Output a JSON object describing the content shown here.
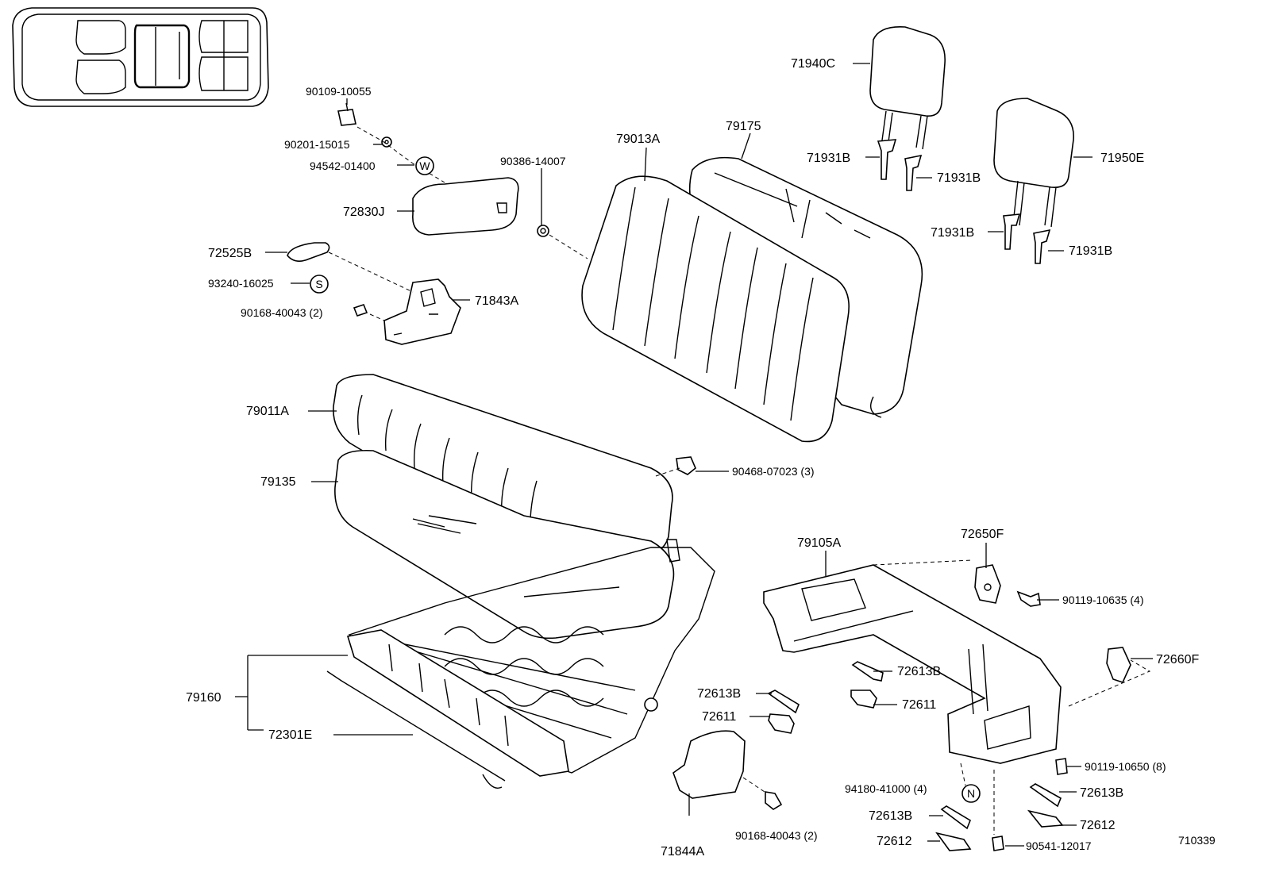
{
  "diagram": {
    "figure_id": "710339",
    "parts": {
      "p90109": "90109-10055",
      "p90201": "90201-15015",
      "p94542": "94542-01400",
      "p90386": "90386-14007",
      "p72830": "72830J",
      "p72525": "72525B",
      "p93240": "93240-16025",
      "p90168a": "90168-40043 (2)",
      "p71843": "71843A",
      "p79013": "79013A",
      "p79175": "79175",
      "p71940": "71940C",
      "p71931a": "71931B",
      "p71931b": "71931B",
      "p71931c": "71931B",
      "p71931d": "71931B",
      "p71950": "71950E",
      "p79011": "79011A",
      "p79135": "79135",
      "p90468": "90468-07023 (3)",
      "p79105": "79105A",
      "p72650": "72650F",
      "p90119a": "90119-10635 (4)",
      "p72660": "72660F",
      "p72613a": "72613B",
      "p72611a": "72611",
      "p72613b": "72613B",
      "p72611b": "72611",
      "p79160": "79160",
      "p72301": "72301E",
      "p90119b": "90119-10650 (8)",
      "p94180": "94180-41000 (4)",
      "p72613c": "72613B",
      "p72613d": "72613B",
      "p72612a": "72612",
      "p72612b": "72612",
      "p90168b": "90168-40043 (2)",
      "p71844": "71844A",
      "p90541": "90541-12017"
    },
    "symbols": {
      "w": "W",
      "s": "S",
      "n": "N"
    }
  }
}
